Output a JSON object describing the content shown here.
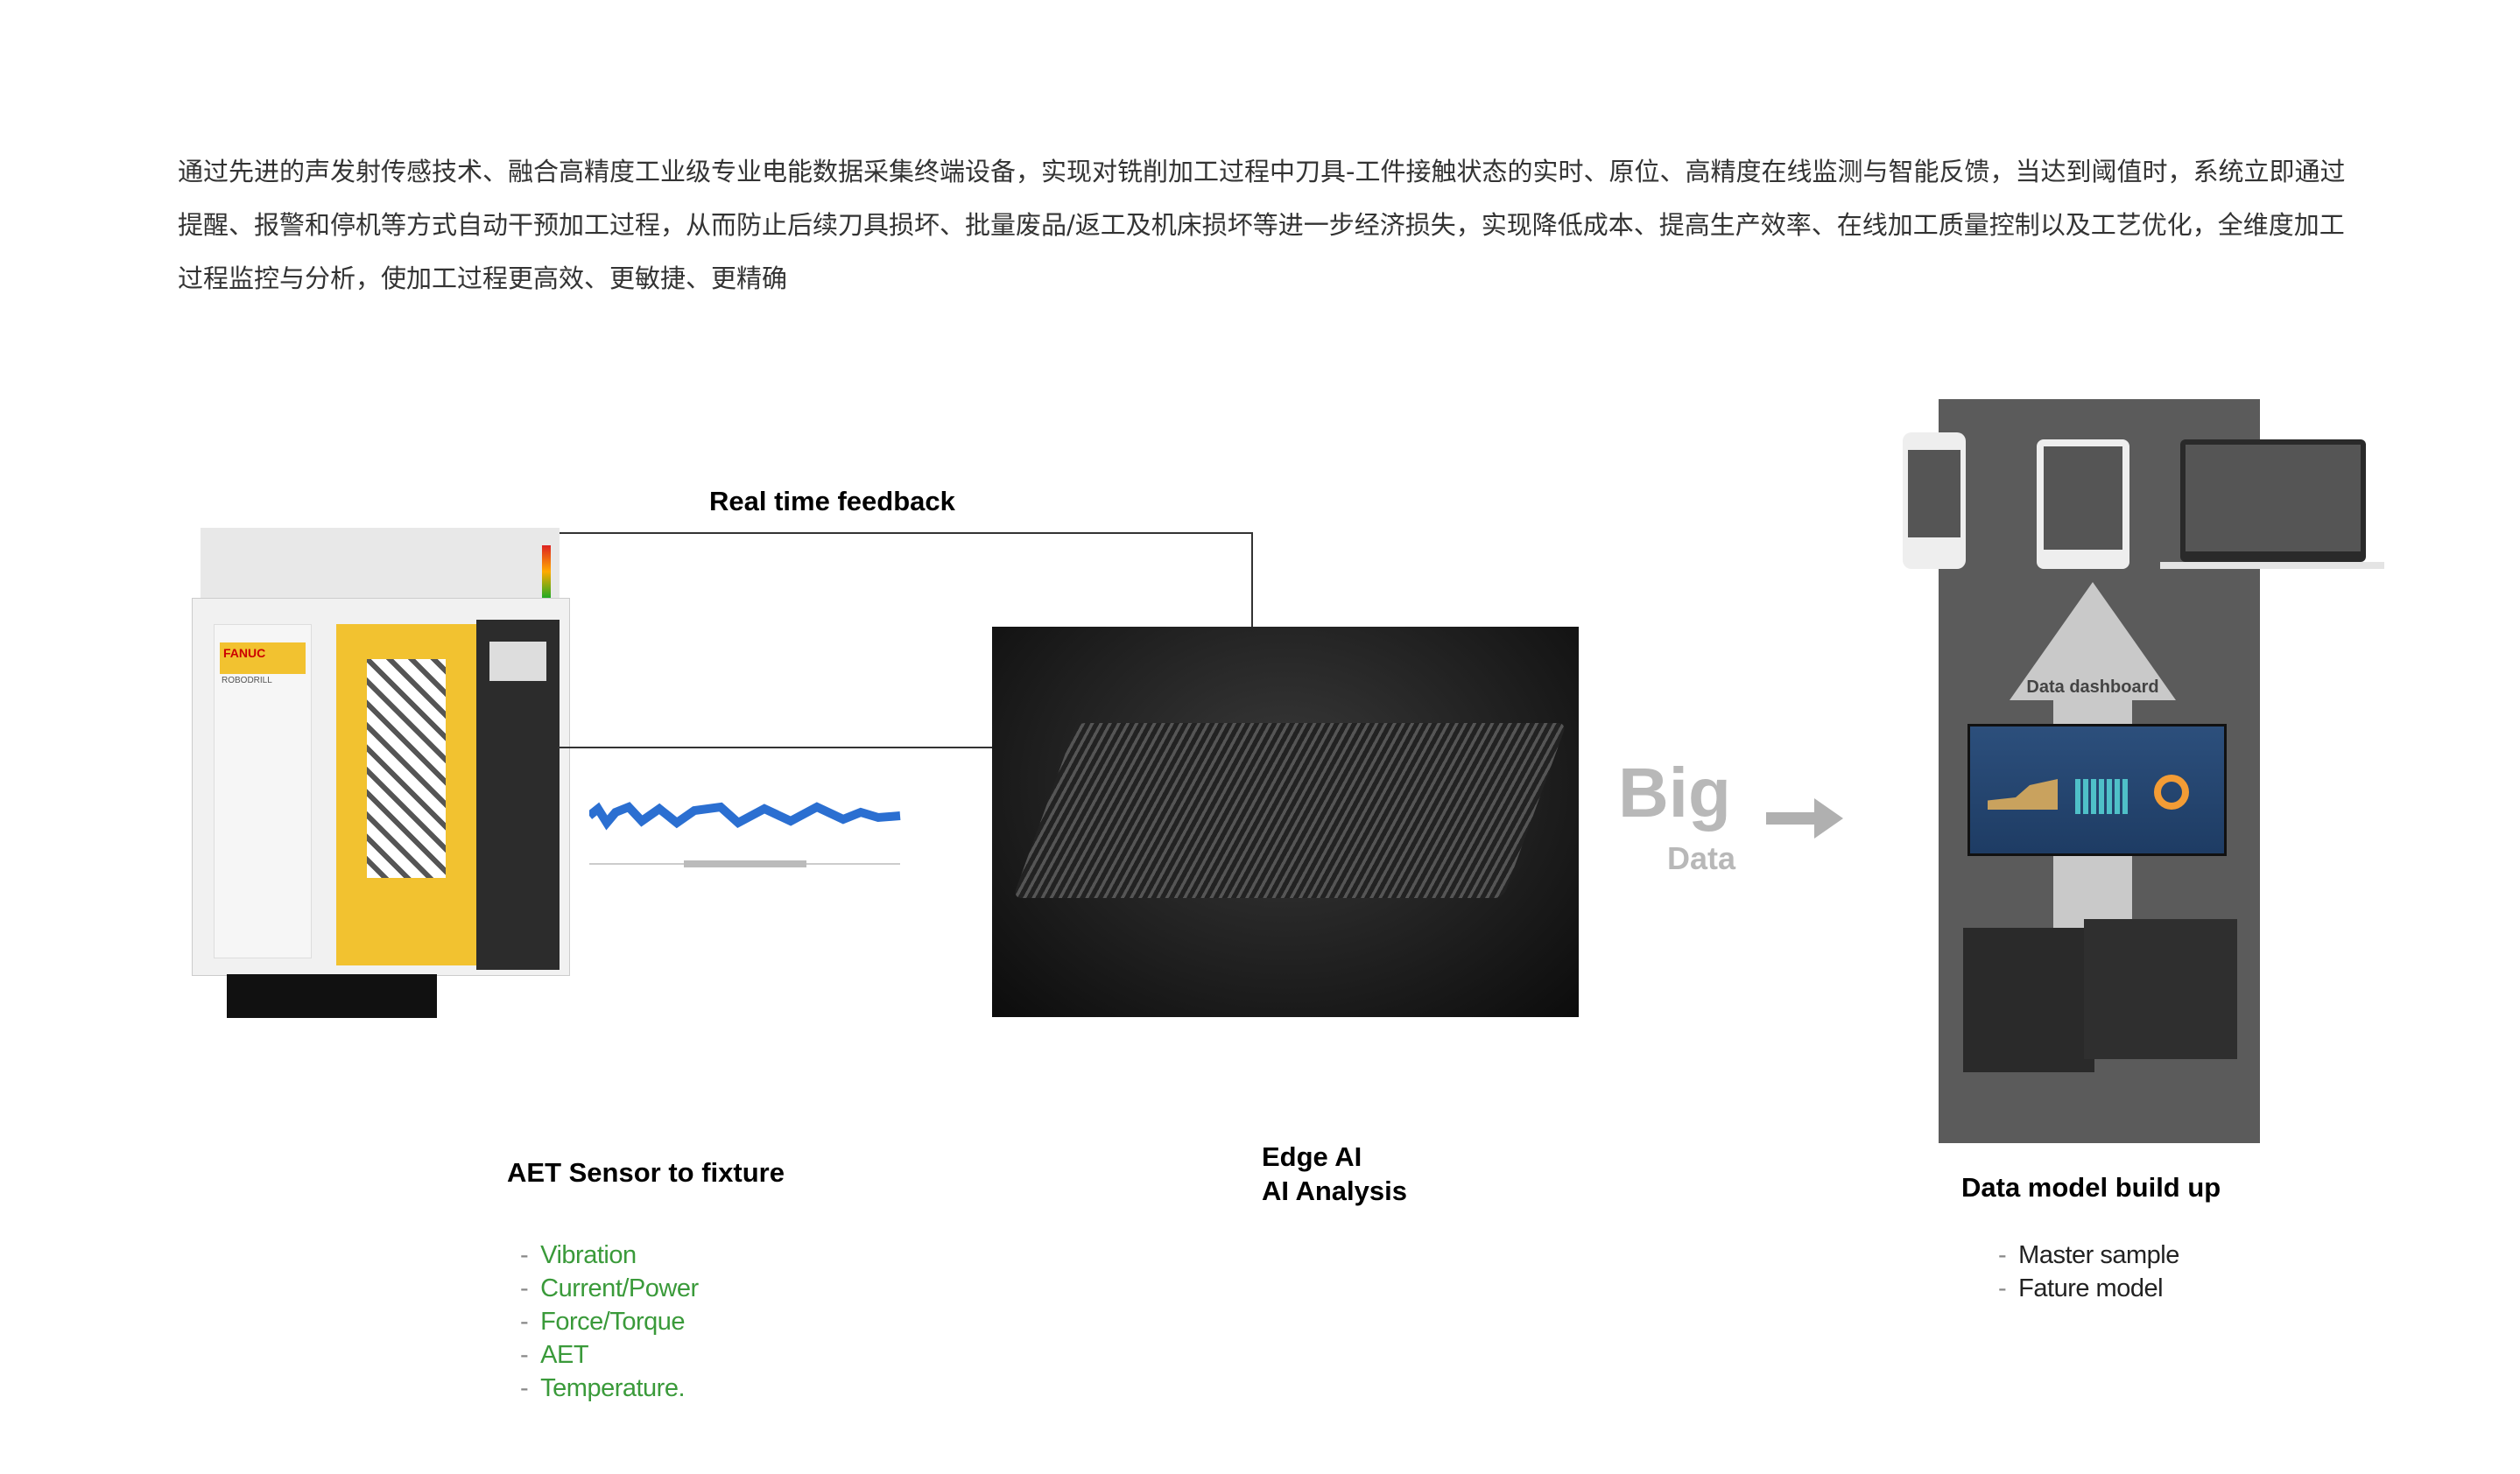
{
  "intro_text": "通过先进的声发射传感技术、融合高精度工业级专业电能数据采集终端设备，实现对铣削加工过程中刀具-工件接触状态的实时、原位、高精度在线监测与智能反馈，当达到阈值时，系统立即通过提醒、报警和停机等方式自动干预加工过程，从而防止后续刀具损坏、批量废品/返工及机床损坏等进一步经济损失，实现降低成本、提高生产效率、在线加工质量控制以及工艺优化，全维度加工过程监控与分析，使加工过程更高效、更敏捷、更精确",
  "feedback_label": "Real time feedback",
  "machine_brand": "FANUC",
  "machine_model": "ROBODRILL",
  "big_data": {
    "big": "Big",
    "data": "Data"
  },
  "dashboard_label": "Data dashboard",
  "sensor": {
    "title": "AET Sensor to fixture",
    "items": [
      "Vibration",
      "Current/Power",
      "Force/Torque",
      "AET",
      "Temperature."
    ]
  },
  "edge": {
    "line1": "Edge AI",
    "line2": "AI Analysis"
  },
  "model": {
    "title": "Data model build up",
    "items": [
      "Master sample",
      "Fature model"
    ]
  },
  "colors": {
    "green": "#3a9a3a",
    "panel": "#5b5b5b",
    "machine_yellow": "#f2c230"
  }
}
